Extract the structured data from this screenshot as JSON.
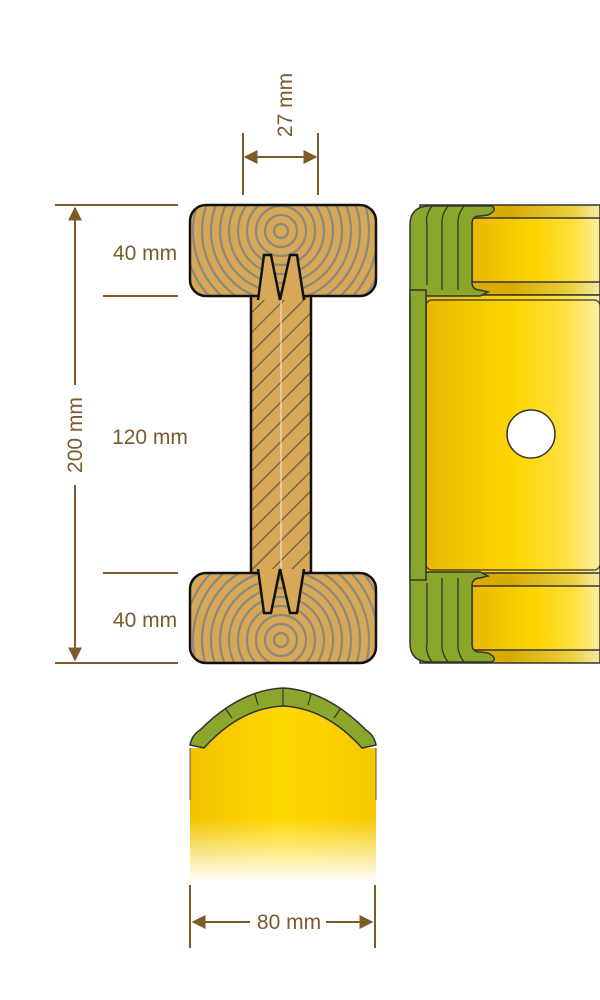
{
  "dimensions": {
    "web_width": "27 mm",
    "total_height": "200 mm",
    "top_flange": "40 mm",
    "web_height": "120 mm",
    "bottom_flange": "40 mm",
    "flange_width": "80 mm"
  },
  "colors": {
    "dimension": "#7f5a2a",
    "wood": "#d6a858",
    "rings": "#8c8a7c",
    "cap_green": "#8aa72b",
    "yellow": "#fcd000"
  }
}
